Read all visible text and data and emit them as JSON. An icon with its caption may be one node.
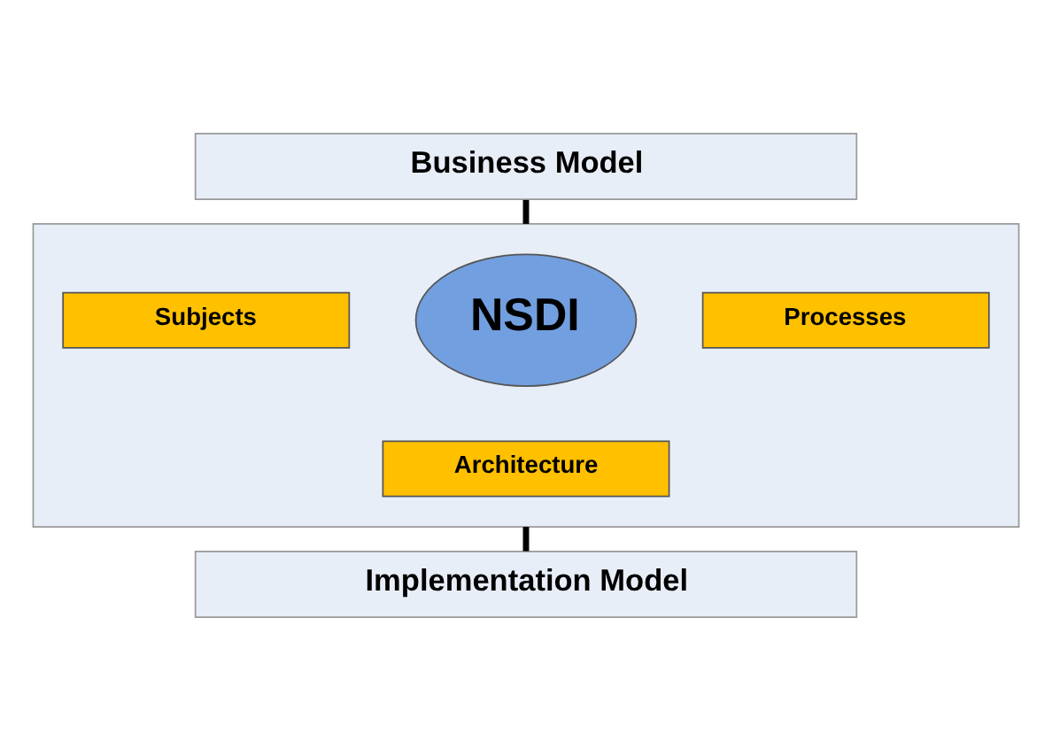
{
  "diagram": {
    "nodes": [
      {
        "text": [
          "Business Model"
        ]
      },
      {
        "text": [],
        "shape": "box"
      },
      {
        "text": [
          "Subjects"
        ],
        "in": 1
      },
      {
        "text": [
          "NSDI"
        ],
        "in": 1
      },
      {
        "text": [
          "Processes"
        ],
        "in": 1
      },
      {
        "text": [
          "Architecture"
        ],
        "in": 1
      },
      {
        "text": [
          "Implementation Model"
        ]
      }
    ],
    "edges": [
      {
        "from": 0,
        "to": 1,
        "arrow": "none"
      },
      {
        "from": 1,
        "to": 6,
        "arrow": "none"
      }
    ]
  }
}
